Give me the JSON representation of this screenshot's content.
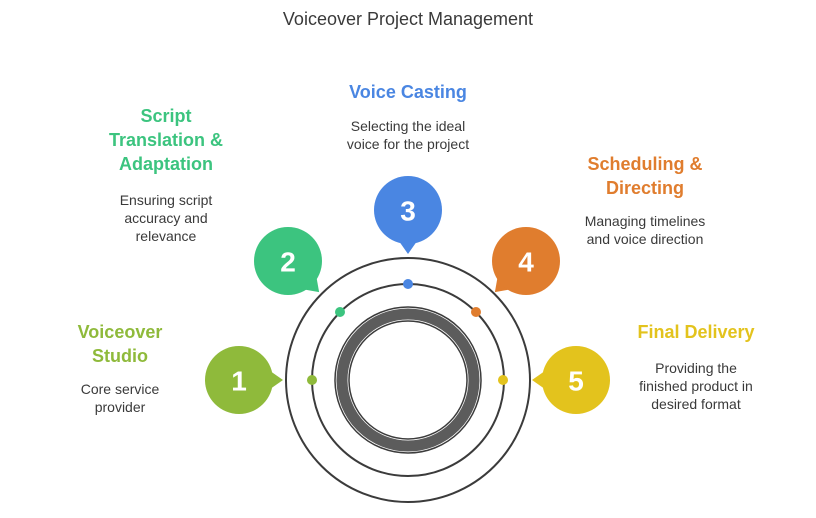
{
  "title": "Voiceover Project Management",
  "steps": [
    {
      "number": "1",
      "title_lines": [
        "Voiceover",
        "Studio"
      ],
      "desc_lines": [
        "Core service",
        "provider"
      ],
      "color": "#8fba3b"
    },
    {
      "number": "2",
      "title_lines": [
        "Script",
        "Translation &",
        "Adaptation"
      ],
      "desc_lines": [
        "Ensuring script",
        "accuracy and",
        "relevance"
      ],
      "color": "#3cc47f"
    },
    {
      "number": "3",
      "title_lines": [
        "Voice Casting"
      ],
      "desc_lines": [
        "Selecting the ideal",
        "voice for the project"
      ],
      "color": "#4a86e2"
    },
    {
      "number": "4",
      "title_lines": [
        "Scheduling &",
        "Directing"
      ],
      "desc_lines": [
        "Managing timelines",
        "and voice direction"
      ],
      "color": "#e07d2e"
    },
    {
      "number": "5",
      "title_lines": [
        "Final Delivery"
      ],
      "desc_lines": [
        "Providing the",
        "finished product in",
        "desired format"
      ],
      "color": "#e3c31d"
    }
  ],
  "ring_colors": {
    "line": "#3b3b3b",
    "core": "#5c5c5c"
  }
}
